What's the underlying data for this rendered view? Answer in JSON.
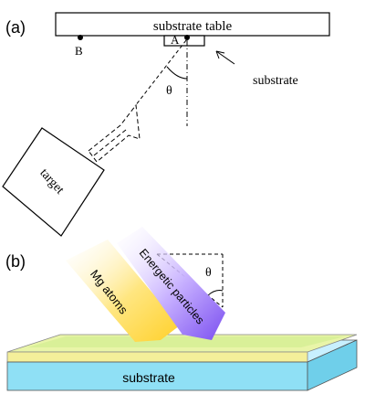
{
  "panel_a": {
    "label": "(a)",
    "substrate_table_label": "substrate table",
    "point_a_label": "A",
    "point_b_label": "B",
    "angle_label": "θ",
    "substrate_label": "substrate",
    "target_label": "target"
  },
  "panel_b": {
    "label": "(b)",
    "angle_label": "θ",
    "beam_mg_label": "Mg atoms",
    "beam_energetic_label": "Energetic particles",
    "substrate_label": "substrate"
  },
  "colors": {
    "mg_beam": "#ffd84a",
    "energetic_beam": "#8a5cf0",
    "film": "#d8f29a",
    "substrate_top": "#bff0ff",
    "substrate_front": "#5fd3f0"
  }
}
